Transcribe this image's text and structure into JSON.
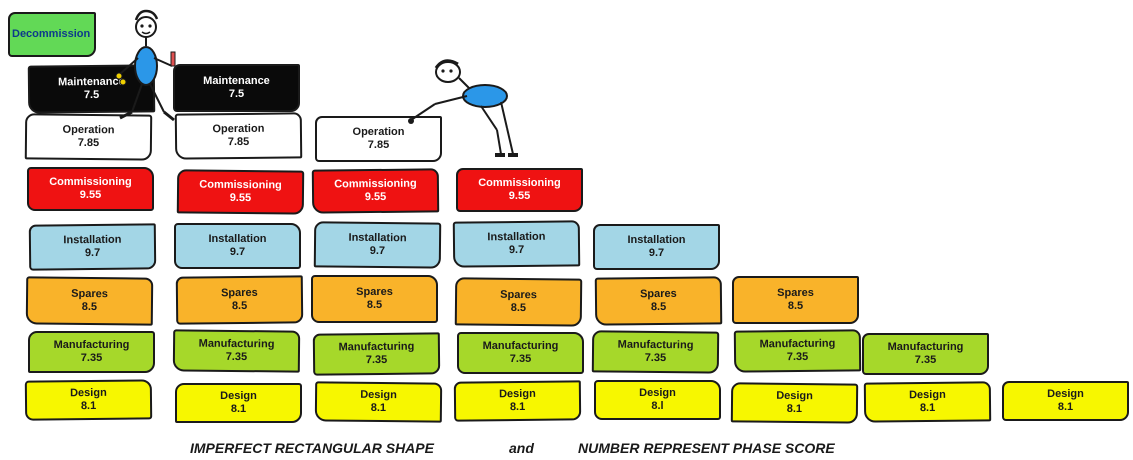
{
  "colors": {
    "design": "#f7f700",
    "manufacturing": "#a6d82a",
    "spares": "#f9b32a",
    "installation": "#a3d6e6",
    "commissioning": "#ef1212",
    "operation": "#ffffff",
    "maintenance": "#0a0a0a",
    "decommission": "#62d956",
    "outline": "#1a1a1a",
    "figure_body": "#2b97e8"
  },
  "phases": {
    "design": {
      "label": "Design",
      "score": "8.1"
    },
    "design_alt": {
      "label": "Design",
      "score": "8.l"
    },
    "manufacturing": {
      "label": "Manufacturing",
      "score": "7.35"
    },
    "spares": {
      "label": "Spares",
      "score": "8.5"
    },
    "installation": {
      "label": "Installation",
      "score": "9.7"
    },
    "commissioning": {
      "label": "Commissioning",
      "score": "9.55"
    },
    "operation": {
      "label": "Operation",
      "score": "7.85"
    },
    "maintenance": {
      "label": "Maintenance",
      "score": "7.5"
    },
    "decommission": {
      "label": "Decommission"
    }
  },
  "stacks": [
    {
      "phases": [
        "design",
        "manufacturing",
        "spares",
        "installation",
        "commissioning",
        "operation",
        "maintenance",
        "decommission"
      ]
    },
    {
      "phases": [
        "design",
        "manufacturing",
        "spares",
        "installation",
        "commissioning",
        "operation",
        "maintenance"
      ]
    },
    {
      "phases": [
        "design",
        "manufacturing",
        "spares",
        "installation",
        "commissioning",
        "operation"
      ]
    },
    {
      "phases": [
        "design",
        "manufacturing",
        "spares",
        "installation",
        "commissioning"
      ]
    },
    {
      "phases": [
        "design_alt",
        "manufacturing",
        "spares",
        "installation"
      ]
    },
    {
      "phases": [
        "design",
        "manufacturing",
        "spares"
      ]
    },
    {
      "phases": [
        "design",
        "manufacturing"
      ]
    },
    {
      "phases": [
        "design"
      ]
    }
  ],
  "caption": {
    "left": "IMPERFECT RECTANGULAR SHAPE",
    "middle": "and",
    "right": "NUMBER REPRESENT PHASE SCORE"
  }
}
